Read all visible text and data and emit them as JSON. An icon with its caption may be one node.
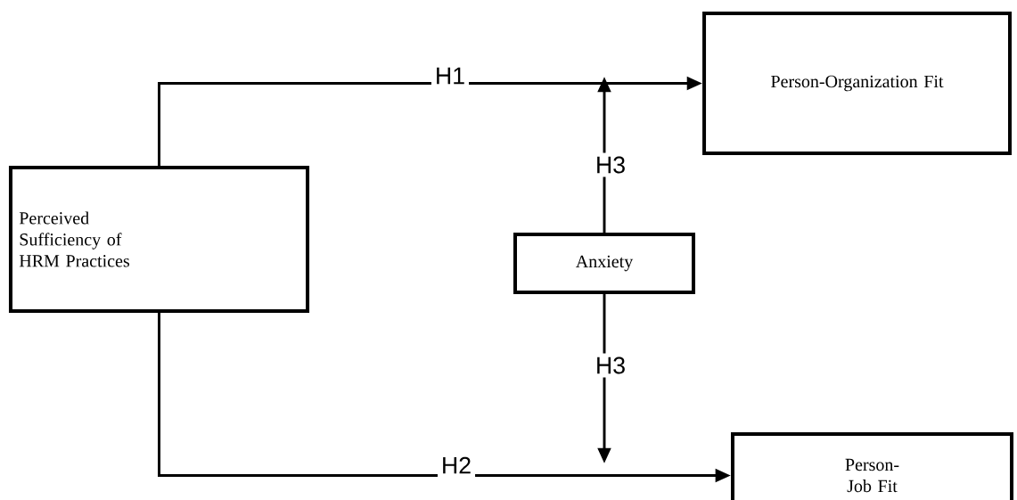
{
  "diagram": {
    "nodes": [
      {
        "text": [
          "Perceived Sufficiency of HRM Practices"
        ]
      },
      {
        "text": [
          "Person-Organization Fit"
        ]
      },
      {
        "text": [
          "Anxiety"
        ]
      },
      {
        "text": [
          "Person-Job Fit"
        ]
      }
    ],
    "edges": [
      {
        "from": 0,
        "to": 1,
        "arrow": "to",
        "label": "H1"
      },
      {
        "from": 0,
        "to": 3,
        "arrow": "to",
        "label": "H2"
      },
      {
        "from": 2,
        "to": null,
        "arrow": "to",
        "label": "H3"
      },
      {
        "from": 2,
        "to": null,
        "arrow": "to",
        "label": "H3"
      }
    ]
  }
}
